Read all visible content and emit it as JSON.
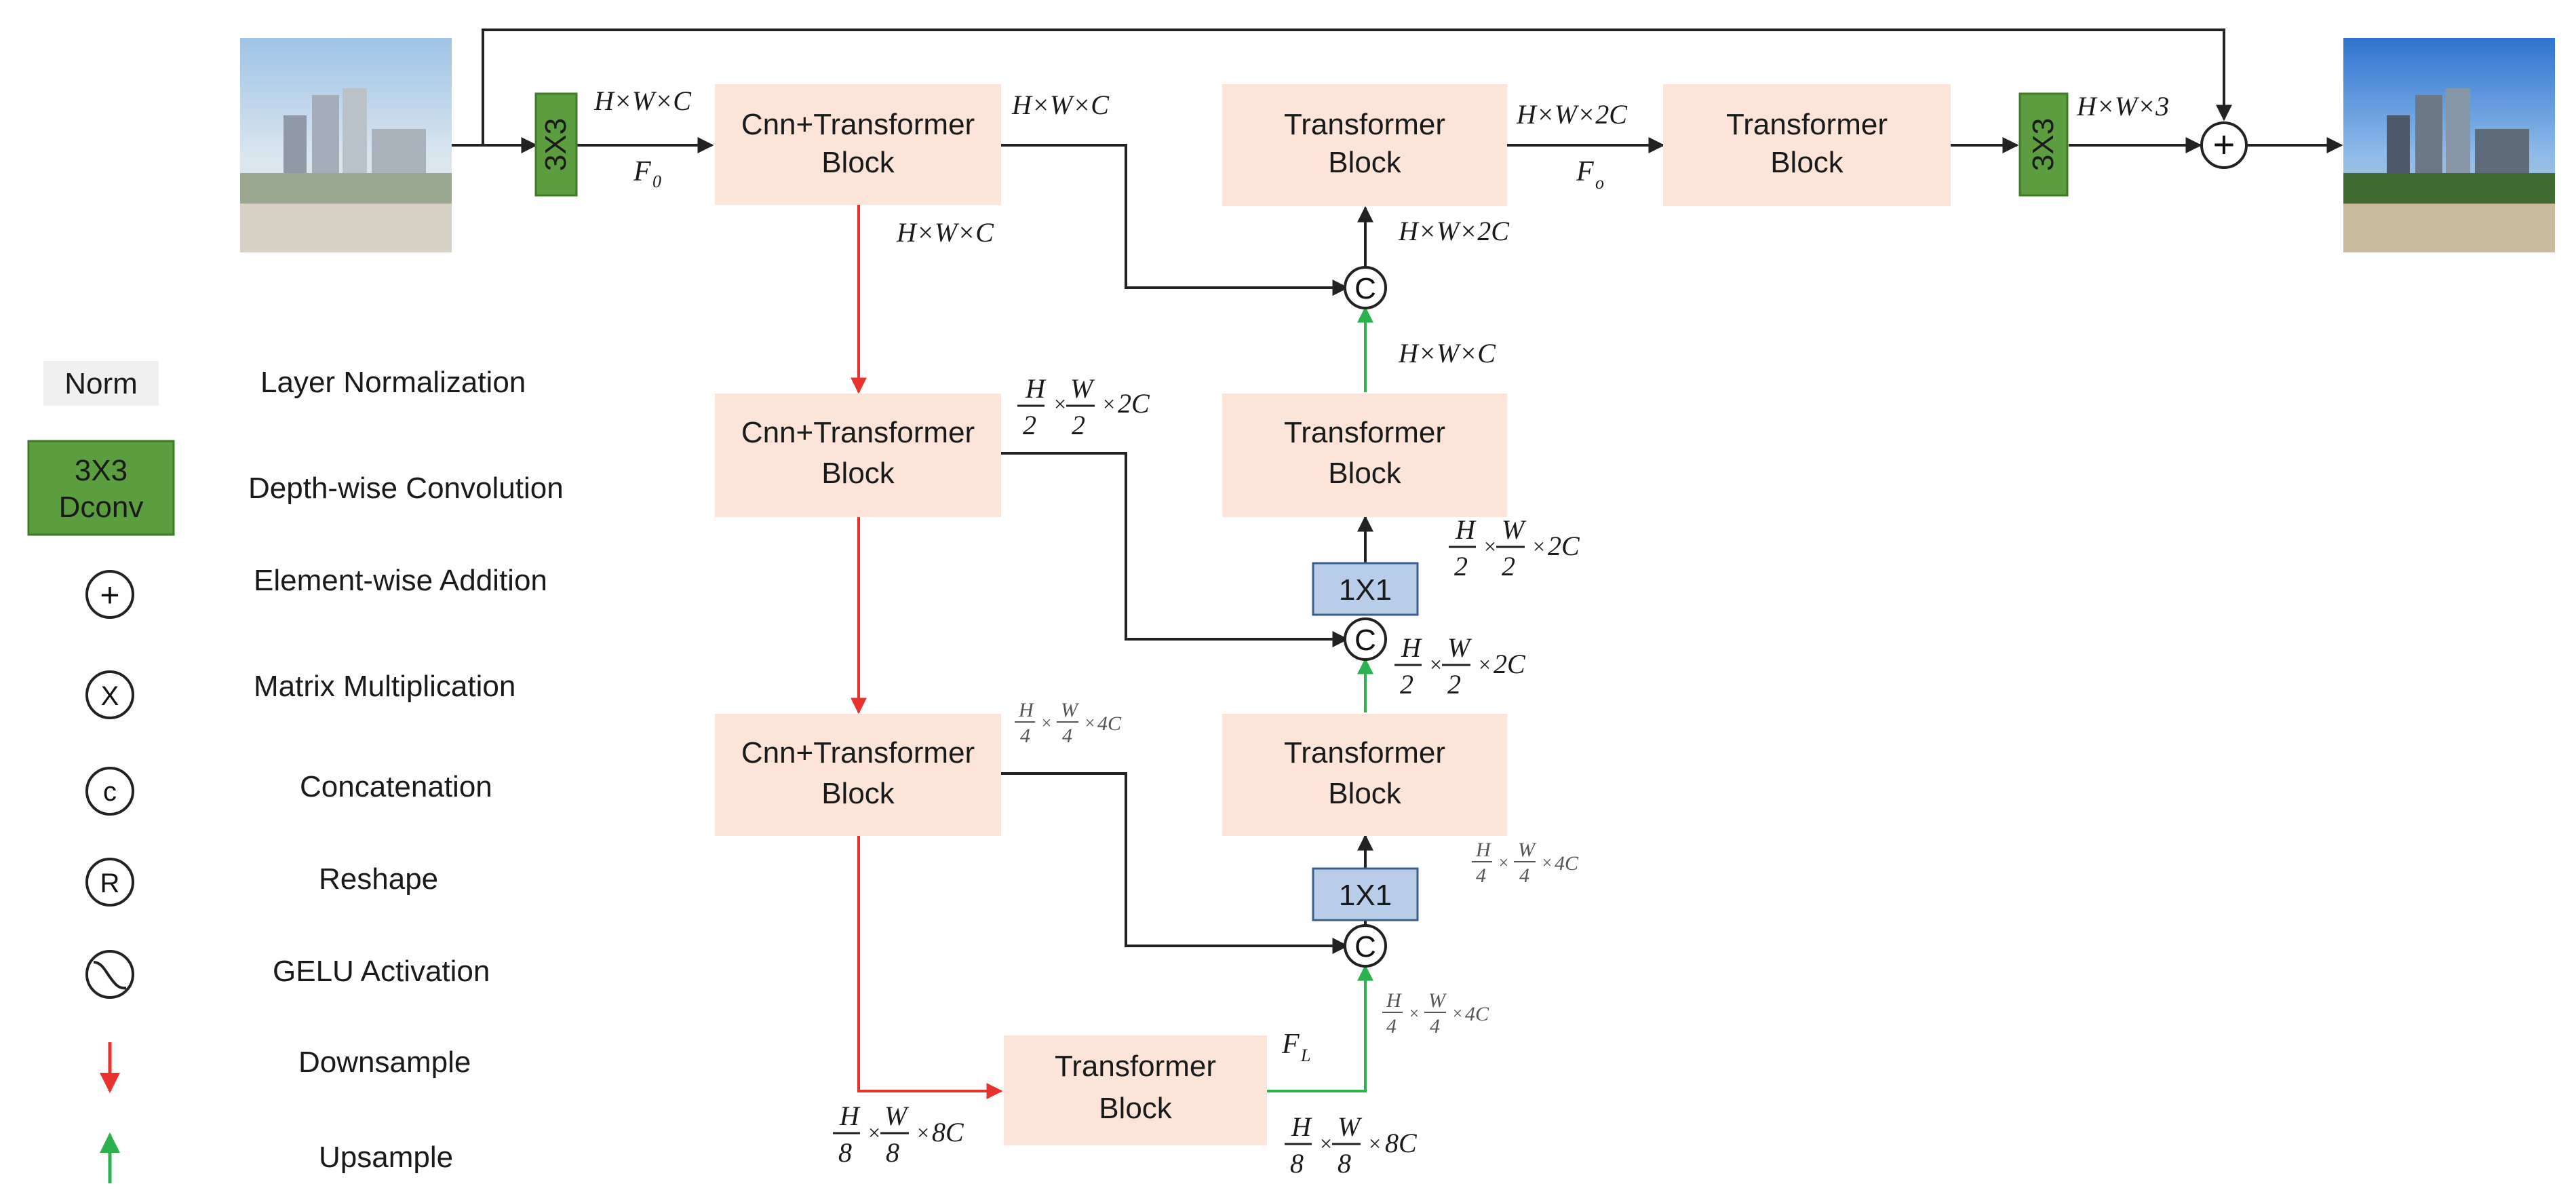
{
  "colors": {
    "block_fill": "#fce5d8",
    "conv_fill": "#5b9d3f",
    "conv_border": "#3e7a2a",
    "conv1x1_fill": "#b7cde8",
    "conv1x1_border": "#3b5f8a",
    "downsample_arrow": "#e8322e",
    "upsample_arrow": "#2cb14f",
    "line": "#222222"
  },
  "images": {
    "input_alt": "input hazy city image",
    "output_alt": "output dehazed city image"
  },
  "blocks": {
    "enc1": [
      "Cnn+Transformer",
      "Block"
    ],
    "enc2": [
      "Cnn+Transformer",
      "Block"
    ],
    "enc3": [
      "Cnn+Transformer",
      "Block"
    ],
    "bottleneck": [
      "Transformer",
      "Block"
    ],
    "dec3": [
      "Transformer",
      "Block"
    ],
    "dec2": [
      "Transformer",
      "Block"
    ],
    "dec1": [
      "Transformer",
      "Block"
    ],
    "refine": [
      "Transformer",
      "Block"
    ]
  },
  "conv": {
    "in": "3X3",
    "out": "3X3",
    "fuse2": "1X1",
    "fuse3": "1X1"
  },
  "ops": {
    "concat": "C",
    "add": "+"
  },
  "shape_labels": {
    "after_in_conv": "H×W×C",
    "f0": "F",
    "f0_sub": "0",
    "enc1_right": "H×W×C",
    "enc1_down": "H×W×C",
    "enc2_right_frac": [
      "H",
      "2",
      "W",
      "2",
      "2C"
    ],
    "enc3_right_frac": [
      "H",
      "4",
      "W",
      "4",
      "4C"
    ],
    "bottleneck_in_frac": [
      "H",
      "8",
      "W",
      "8",
      "8C"
    ],
    "bottleneck_out_frac": [
      "H",
      "8",
      "W",
      "8",
      "8C"
    ],
    "fl": "F",
    "fl_sub": "L",
    "up_to_c3_frac": [
      "H",
      "4",
      "W",
      "4",
      "4C"
    ],
    "c3_to_dec3_frac": [
      "H",
      "4",
      "W",
      "4",
      "4C"
    ],
    "dec3_out_frac": [
      "H",
      "2",
      "W",
      "2",
      "2C"
    ],
    "c2_to_dec2_frac": [
      "H",
      "2",
      "W",
      "2",
      "2C"
    ],
    "dec2_out": "H×W×C",
    "c1_out": "H×W×2C",
    "dec1_out": "H×W×2C",
    "fo": "F",
    "fo_sub": "o",
    "final": "H×W×3"
  },
  "legend": [
    {
      "key": "norm",
      "symbol": "Norm",
      "label": "Layer Normalization"
    },
    {
      "key": "dconv",
      "symbol": [
        "3X3",
        "Dconv"
      ],
      "label": "Depth-wise Convolution"
    },
    {
      "key": "add",
      "symbol": "+",
      "label": "Element-wise Addition"
    },
    {
      "key": "matmul",
      "symbol": "X",
      "label": "Matrix Multiplication"
    },
    {
      "key": "concat",
      "symbol": "c",
      "label": "Concatenation"
    },
    {
      "key": "reshape",
      "symbol": "R",
      "label": "Reshape"
    },
    {
      "key": "gelu",
      "symbol": "",
      "label": "GELU Activation"
    },
    {
      "key": "down",
      "symbol": "",
      "label": "Downsample"
    },
    {
      "key": "up",
      "symbol": "",
      "label": "Upsample"
    }
  ]
}
